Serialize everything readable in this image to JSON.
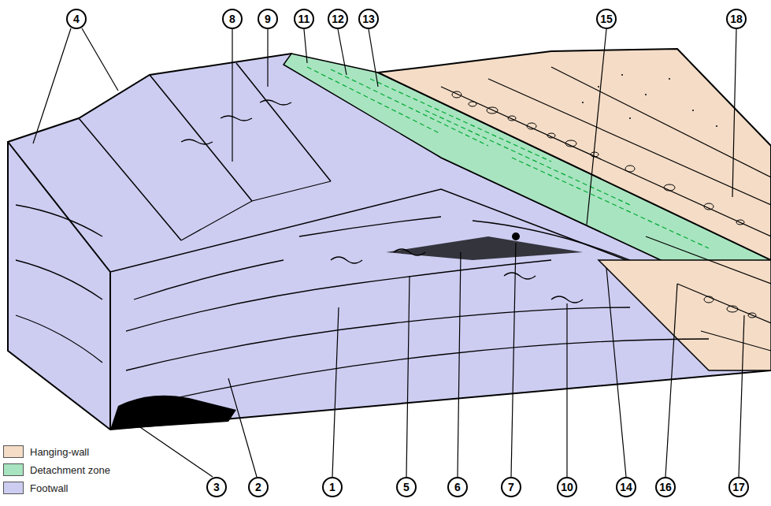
{
  "diagram": {
    "labels": [
      "4",
      "8",
      "9",
      "11",
      "12",
      "13",
      "15",
      "18",
      "3",
      "2",
      "1",
      "5",
      "6",
      "7",
      "10",
      "14",
      "16",
      "17"
    ],
    "legend": [
      {
        "text": "Hanging-wall",
        "color": "#f4dcc6"
      },
      {
        "text": "Detachment zone",
        "color": "#a8e4c0"
      },
      {
        "text": "Footwall",
        "color": "#cdcdf2"
      }
    ]
  }
}
